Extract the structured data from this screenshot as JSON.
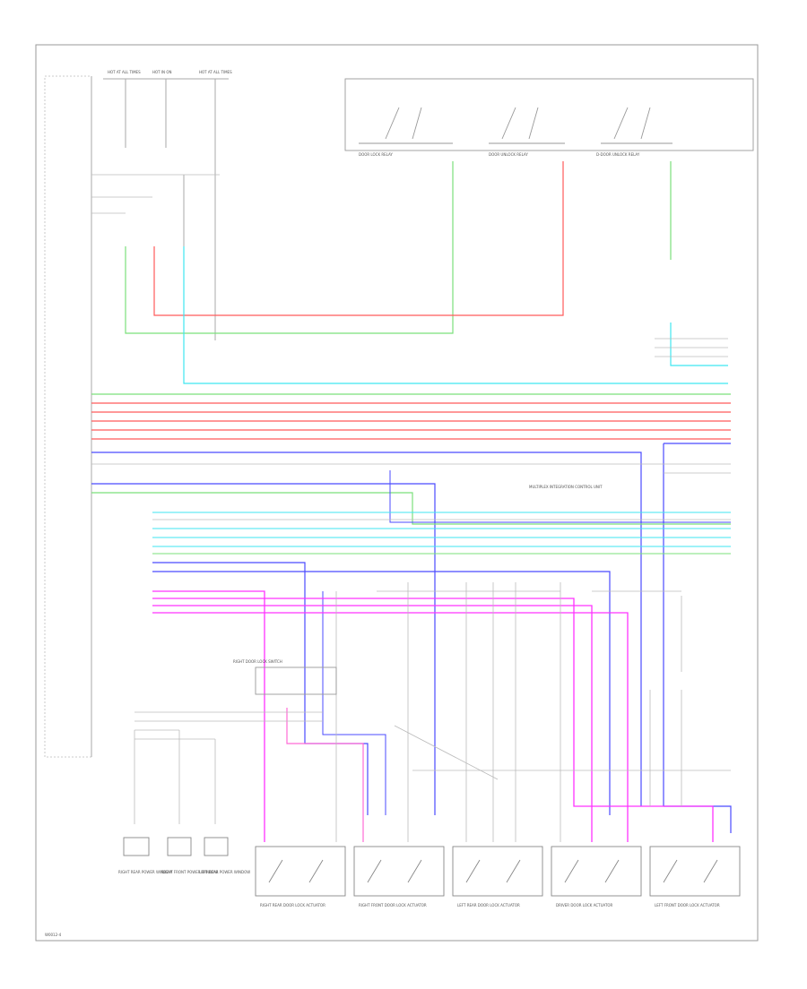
{
  "colors": {
    "green": "#7be07b",
    "red": "#ff5a5a",
    "cyan": "#3fe6f0",
    "blue": "#4b4bff",
    "magenta": "#ff33ff",
    "pink": "#ff6bd5",
    "wire": "#bdbdbd",
    "frame": "#9a9a9a"
  },
  "labels": {
    "fuse_hot": "HOT AT ALL TIMES",
    "fuse_run": "HOT IN ON",
    "fuse_relay": "HOT AT ALL TIMES",
    "relay_top_1": "DOOR LOCK RELAY",
    "relay_top_2": "DOOR UNLOCK RELAY",
    "relay_top_3": "D-DOOR UNLOCK RELAY",
    "integration": "MULTIPLEX INTEGRATION CONTROL UNIT",
    "switch_left": "RIGHT DOOR LOCK SWITCH",
    "actuator_1": "RIGHT REAR DOOR LOCK ACTUATOR",
    "actuator_2": "RIGHT FRONT DOOR LOCK ACTUATOR",
    "actuator_3": "LEFT REAR DOOR LOCK ACTUATOR",
    "actuator_4": "DRIVER DOOR LOCK ACTUATOR",
    "actuator_5": "LEFT FRONT DOOR LOCK ACTUATOR",
    "bottom_1": "RIGHT REAR POWER WINDOW",
    "bottom_2": "RIGHT FRONT POWER WINDOW",
    "bottom_3": "LEFT REAR POWER WINDOW",
    "footer": "W0012-4"
  }
}
